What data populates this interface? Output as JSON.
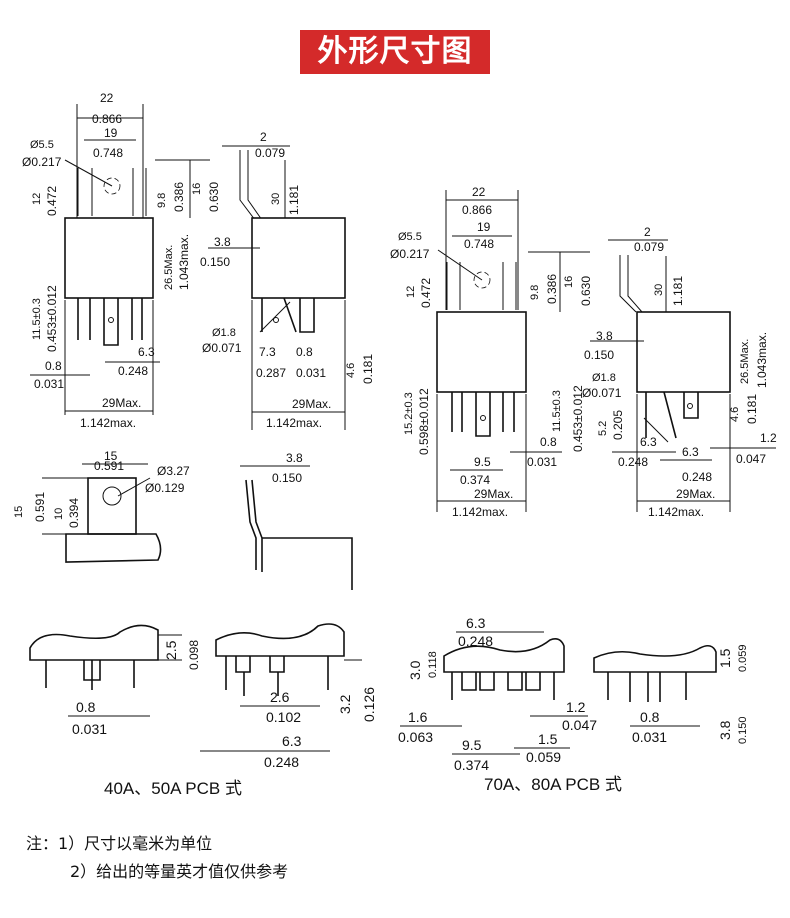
{
  "title": "外形尺寸图",
  "relay_a": {
    "top_w_mm": "22",
    "top_w_in": "0.866",
    "inner_w_mm": "19",
    "inner_w_in": "0.748",
    "hole_mm": "Ø5.5",
    "hole_in": "Ø0.217",
    "left_h_mm": "12",
    "left_h_in": "0.472",
    "r1_mm": "9.8",
    "r1_in": "0.386",
    "r2_mm": "16",
    "r2_in": "0.630",
    "body_h_mm": "26.5Max.",
    "body_h_in": "1.043max.",
    "pin_h_mm": "11.5±0.3",
    "pin_h_in": "0.453±0.012",
    "pin_gap_mm": "6.3",
    "pin_gap_in": "0.248",
    "pin_th_mm": "0.8",
    "pin_th_in": "0.031",
    "width_mm": "29Max.",
    "width_in": "1.142max."
  },
  "relay_a_side": {
    "t_mm": "2",
    "t_in": "0.079",
    "h_mm": "30",
    "h_in": "1.181",
    "off_mm": "3.8",
    "off_in": "0.150",
    "pin_d_mm": "Ø1.8",
    "pin_d_in": "Ø0.071",
    "p1_mm": "7.3",
    "p1_in": "0.287",
    "p2_mm": "0.8",
    "p2_in": "0.031",
    "p3_mm": "4.6",
    "p3_in": "0.181",
    "width_mm": "29Max.",
    "width_in": "1.142max."
  },
  "relay_b": {
    "top_w_mm": "22",
    "top_w_in": "0.866",
    "inner_w_mm": "19",
    "inner_w_in": "0.748",
    "hole_mm": "Ø5.5",
    "hole_in": "Ø0.217",
    "left_h_mm": "12",
    "left_h_in": "0.472",
    "r1_mm": "9.8",
    "r1_in": "0.386",
    "r2_mm": "16",
    "r2_in": "0.630",
    "pin_h_mm": "15.2±0.3",
    "pin_h_in": "0.598±0.012",
    "pin2_mm": "11.5±0.3",
    "pin2_in": "0.453±0.012",
    "pin_th_mm": "0.8",
    "pin_th_in": "0.031",
    "sp_mm": "9.5",
    "sp_in": "0.374",
    "width_mm": "29Max.",
    "width_in": "1.142max."
  },
  "relay_b_side": {
    "t_mm": "2",
    "t_in": "0.079",
    "h_mm": "30",
    "h_in": "1.181",
    "off_mm": "3.8",
    "off_in": "0.150",
    "body_h_mm": "26.5Max.",
    "body_h_in": "1.043max.",
    "pin_d_mm": "Ø1.8",
    "pin_d_in": "Ø0.071",
    "p1_mm": "5.2",
    "p1_in": "0.205",
    "p2_mm": "6.3",
    "p2_in": "0.248",
    "p3_mm": "6.3",
    "p3_in": "0.248",
    "p4_mm": "4.6",
    "p4_in": "0.181",
    "p5_mm": "1.2",
    "p5_in": "0.047",
    "width_mm": "29Max.",
    "width_in": "1.142max."
  },
  "bracket": {
    "w_mm": "15",
    "w_in": "0.591",
    "hole_mm": "Ø3.27",
    "hole_in": "Ø0.129",
    "h_mm": "15",
    "h_in": "0.591",
    "h2_mm": "10",
    "h2_in": "0.394",
    "off_mm": "3.8",
    "off_in": "0.150"
  },
  "pcb_40": {
    "a_mm": "2.5",
    "a_in": "0.098",
    "b_mm": "0.8",
    "b_in": "0.031",
    "c_mm": "2.6",
    "c_in": "0.102",
    "d_mm": "3.2",
    "d_in": "0.126",
    "e_mm": "6.3",
    "e_in": "0.248",
    "caption": "40A、50A PCB 式"
  },
  "pcb_70": {
    "a_mm": "3.0",
    "a_in": "0.118",
    "b_mm": "6.3",
    "b_in": "0.248",
    "c_mm": "1.6",
    "c_in": "0.063",
    "d_mm": "1.2",
    "d_in": "0.047",
    "e_mm": "9.5",
    "e_in": "0.374",
    "f_mm": "1.5",
    "f_in": "0.059",
    "g_mm": "1.5",
    "g_in": "0.059",
    "h_mm": "0.8",
    "h_in": "0.031",
    "i_mm": "3.8",
    "i_in": "0.150",
    "caption": "70A、80A PCB 式"
  },
  "notes": {
    "line1": "注：1）尺寸以毫米为单位",
    "line2": "2）给出的等量英才值仅供参考"
  }
}
